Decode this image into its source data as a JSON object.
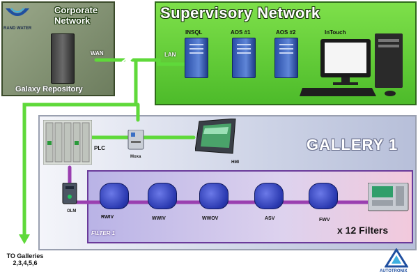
{
  "panels": {
    "corporate_title_line1": "Corporate",
    "corporate_title_line2": "Network",
    "galaxy_repository": "Galaxy Repository",
    "supervisory_title": "Supervisory Network",
    "gallery_title": "GALLERY 1",
    "filter_title": "FILTER 1",
    "filters_count": "x 12 Filters"
  },
  "logo": {
    "company": "RAND WATER",
    "partner": "AUTOTRONIX"
  },
  "links": {
    "wan": "WAN",
    "lan": "LAN"
  },
  "supervisory_nodes": [
    "INSQL",
    "AOS #1",
    "AOS #2",
    "InTouch"
  ],
  "gallery_nodes": {
    "plc": "PLC",
    "moxa": "Moxa",
    "hmi": "HMI",
    "olm": "OLM"
  },
  "valves": [
    "RWIV",
    "WWIV",
    "WWOV",
    "ASV",
    "FWV"
  ],
  "to_galleries_line1": "TO Galleries",
  "to_galleries_line2": "2,3,4,5,6",
  "colors": {
    "network_line": "#5fd93a",
    "fieldbus_line": "#9a3fb0",
    "supervisory_panel": "#5ccb34",
    "corporate_panel": "#7f8f6f"
  }
}
